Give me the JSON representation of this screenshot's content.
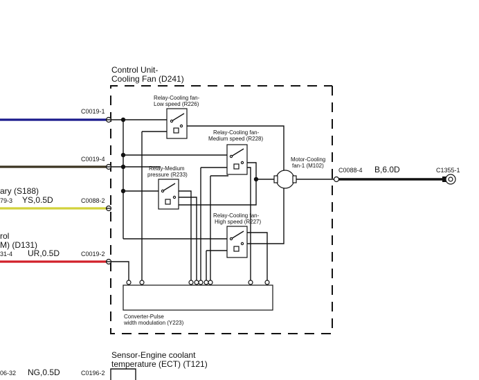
{
  "unit": {
    "title_line1": "Control Unit-",
    "title_line2": "Cooling Fan (D241)"
  },
  "connectors": {
    "c0019_1": "C0019-1",
    "c0019_4": "C0019-4",
    "c0088_2": "C0088-2",
    "c0019_2": "C0019-2",
    "c0088_4": "C0088-4",
    "c1355_1": "C1355-1",
    "c0196_2": "C0196-2"
  },
  "relays": {
    "low_l1": "Relay-Cooling fan-",
    "low_l2": "Low speed (R226)",
    "med_l1": "Relay-Cooling fan-",
    "med_l2": "Medium speed (R228)",
    "press_l1": "Relay-Medium",
    "press_l2": "pressure (R233)",
    "high_l1": "Relay-Cooling fan-",
    "high_l2": "High speed (R227)"
  },
  "motor": {
    "l1": "Motor-Cooling",
    "l2": "fan-1 (M102)"
  },
  "converter": {
    "l1": "Converter-Pulse",
    "l2": "width modulation (Y223)"
  },
  "wires": {
    "fan_wire": "B,6.0D",
    "ys_wire": "YS,0.5D",
    "ur_wire": "UR,0.5D",
    "ng_wire": "NG,0.5D"
  },
  "left_partial": {
    "s188": "ary (S188)",
    "s188_pin": "79-3",
    "d131_l1": "rol",
    "d131_l2": "M) (D131)",
    "d131_pin": "31-4",
    "bottom_pin": "06-32"
  },
  "sensor": {
    "l1": "Sensor-Engine coolant",
    "l2": "temperature (ECT) (T121)"
  },
  "colors": {
    "wire_blue": "#1a1a8c",
    "wire_olive": "#3a3320",
    "wire_yellow": "#d2d23c",
    "wire_red": "#d2202a",
    "ink": "#111111"
  }
}
